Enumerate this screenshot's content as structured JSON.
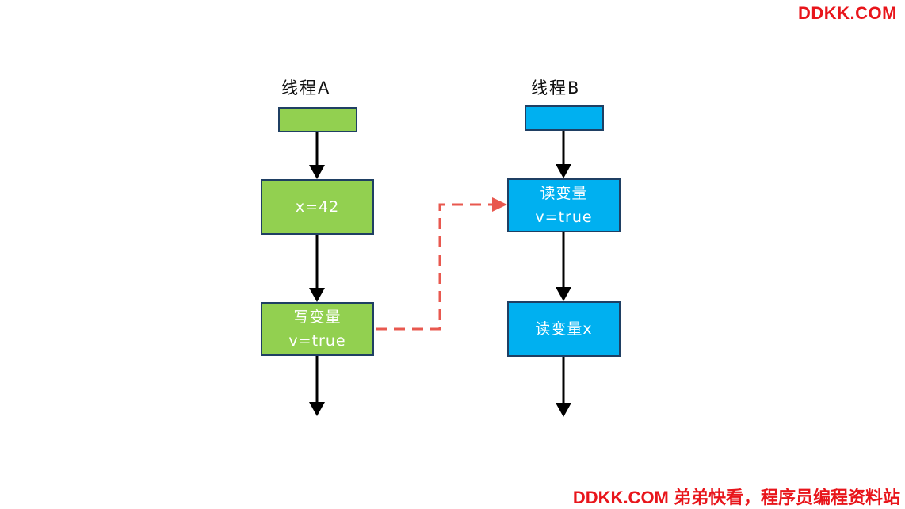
{
  "watermark": {
    "top": "DDKK.COM",
    "bottom": "DDKK.COM 弟弟快看，程序员编程资料站"
  },
  "thread_a": {
    "title": "线程A",
    "steps": [
      {
        "line1": "x=42",
        "line2": ""
      },
      {
        "line1": "写变量",
        "line2": "v=true"
      }
    ]
  },
  "thread_b": {
    "title": "线程B",
    "steps": [
      {
        "line1": "读变量",
        "line2": "v=true"
      },
      {
        "line1": "读变量x",
        "line2": ""
      }
    ]
  },
  "colors": {
    "thread_a": "#92d050",
    "thread_b": "#00b0f0",
    "border": "#1f3f63",
    "dashed_link": "#e8584f",
    "watermark": "#e8151b"
  }
}
